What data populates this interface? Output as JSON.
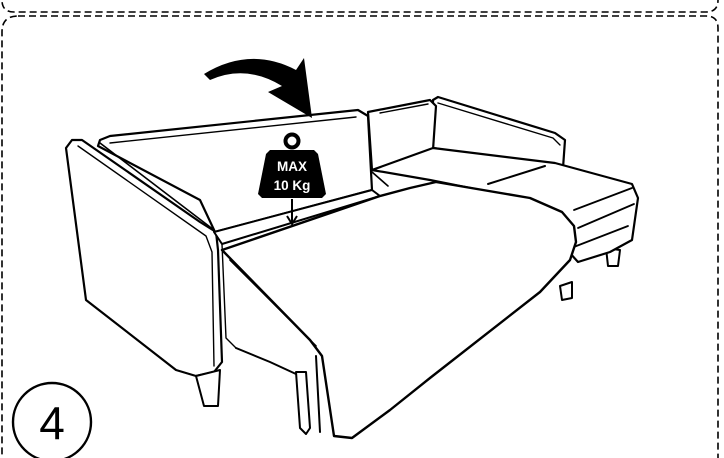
{
  "step": {
    "number": "4"
  },
  "weight_tag": {
    "line1": "MAX",
    "line2": "10 Kg"
  },
  "colors": {
    "ink": "#000000",
    "paper": "#ffffff"
  },
  "icons": {
    "arrow": "curved-arrow-icon",
    "weight": "weight-icon"
  }
}
